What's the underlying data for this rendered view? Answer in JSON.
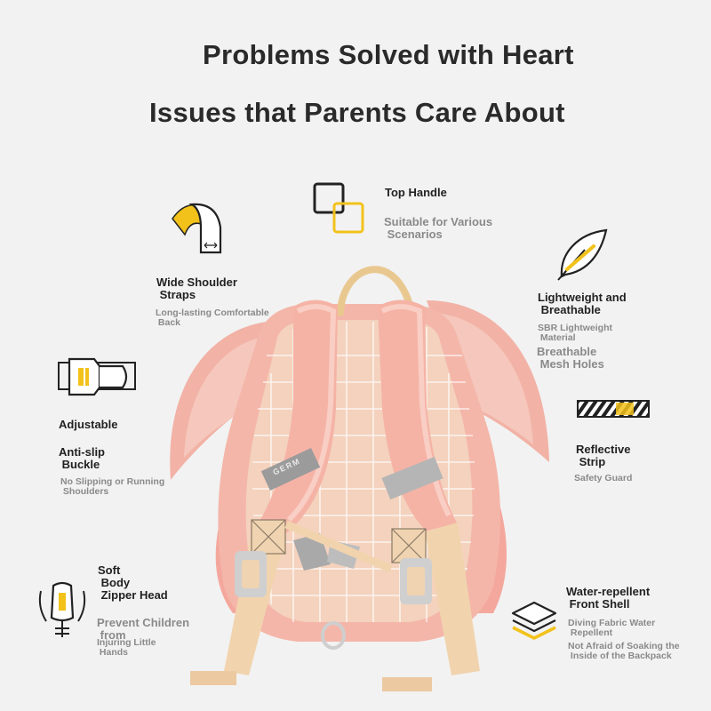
{
  "headings": {
    "line1": "Problems Solved with Heart",
    "line2": "Issues that Parents Care About"
  },
  "features": {
    "top_handle": {
      "title": "Top Handle",
      "desc": "Suitable for Various\n Scenarios",
      "icon": "top-handle-icon"
    },
    "shoulder_straps": {
      "title": "Wide Shoulder\n Straps",
      "desc": "Long-lasting Comfortable\n Back",
      "icon": "shoulder-strap-icon"
    },
    "lightweight": {
      "title": "Lightweight and\n Breathable",
      "desc1": "SBR Lightweight\n Material",
      "desc2": "Breathable\n Mesh Holes",
      "icon": "feather-icon"
    },
    "buckle": {
      "title1": "Adjustable",
      "title2": "Anti-slip\n Buckle",
      "desc": "No Slipping or Running\n Shoulders",
      "icon": "buckle-icon"
    },
    "reflective": {
      "title": "Reflective\n Strip",
      "desc": "Safety Guard",
      "icon": "reflective-strip-icon"
    },
    "zipper": {
      "title": "Soft\n Body\n Zipper Head",
      "desc1": "Prevent Children\n from",
      "desc2": "Injuring Little\n Hands",
      "icon": "zipper-head-icon"
    },
    "shell": {
      "title": "Water-repellent\n Front Shell",
      "desc1": "Diving Fabric Water\n Repellent",
      "desc2": "Not Afraid of Soaking the\n Inside of the Backpack",
      "icon": "layers-icon"
    }
  },
  "product": {
    "brand_label": "GERM"
  },
  "colors": {
    "accent_yellow": "#f2c21b",
    "backpack_pink": "#f3b4a6",
    "strap_beige": "#f2d4b0",
    "background": "#f2f2f2"
  }
}
